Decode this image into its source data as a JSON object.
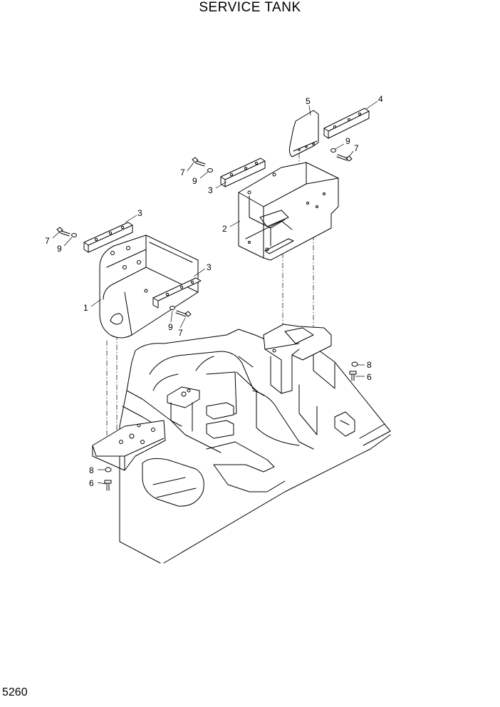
{
  "title": "SERVICE TANK",
  "page_number": "5260",
  "callouts": [
    {
      "id": "c-1",
      "label": "1"
    },
    {
      "id": "c-2",
      "label": "2"
    },
    {
      "id": "c-3a",
      "label": "3"
    },
    {
      "id": "c-3b",
      "label": "3"
    },
    {
      "id": "c-3c",
      "label": "3"
    },
    {
      "id": "c-4",
      "label": "4"
    },
    {
      "id": "c-5",
      "label": "5"
    },
    {
      "id": "c-6a",
      "label": "6"
    },
    {
      "id": "c-6b",
      "label": "6"
    },
    {
      "id": "c-7a",
      "label": "7"
    },
    {
      "id": "c-7b",
      "label": "7"
    },
    {
      "id": "c-7c",
      "label": "7"
    },
    {
      "id": "c-7d",
      "label": "7"
    },
    {
      "id": "c-8a",
      "label": "8"
    },
    {
      "id": "c-8b",
      "label": "8"
    },
    {
      "id": "c-9a",
      "label": "9"
    },
    {
      "id": "c-9b",
      "label": "9"
    },
    {
      "id": "c-9c",
      "label": "9"
    },
    {
      "id": "c-9d",
      "label": "9"
    }
  ]
}
